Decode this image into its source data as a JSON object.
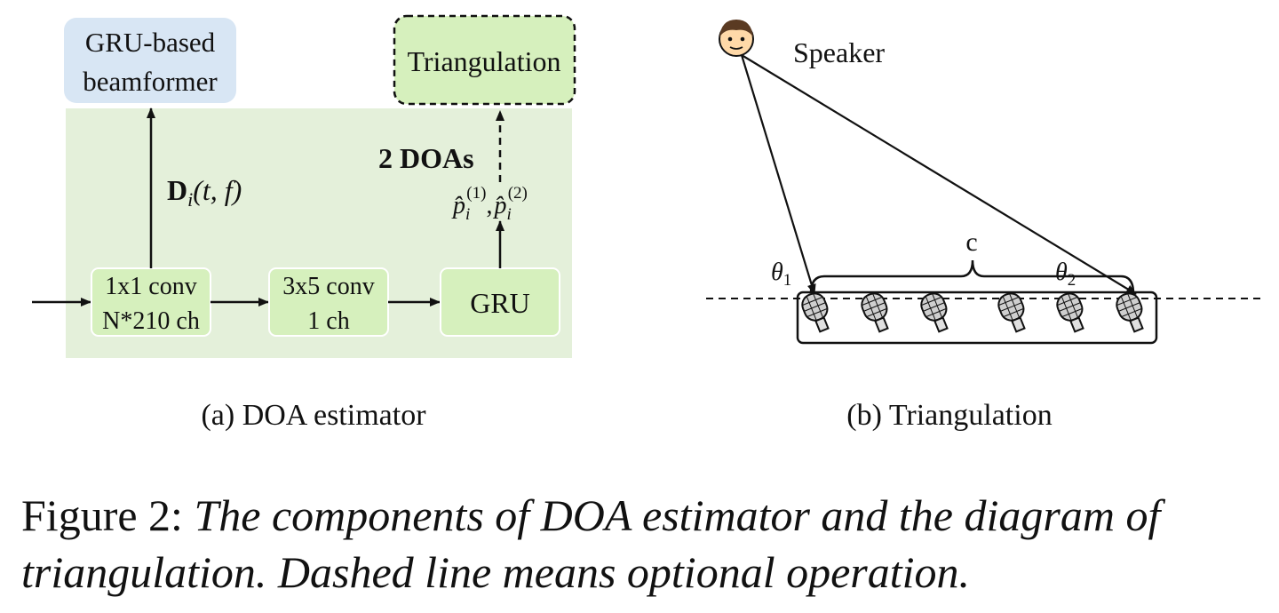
{
  "panel_a": {
    "beamformer_line1": "GRU-based",
    "beamformer_line2": "beamformer",
    "triangulation_box": "Triangulation",
    "d_symbol": "D",
    "d_sub": "i",
    "d_args": "(t, f)",
    "doas_label": "2 DOAs",
    "p_symbol": "p̂",
    "p_sub": "i",
    "p1_sup": "(1)",
    "p2_sup": "(2)",
    "p_separator": ",",
    "conv1_line1": "1x1 conv",
    "conv1_line2": "N*210 ch",
    "conv2_line1": "3x5 conv",
    "conv2_line2": "1 ch",
    "gru_box": "GRU",
    "sublabel": "(a) DOA estimator"
  },
  "panel_b": {
    "speaker_label": "Speaker",
    "distance_label": "c",
    "theta_symbol": "θ",
    "theta1_sub": "1",
    "theta2_sub": "2",
    "sublabel": "(b) Triangulation"
  },
  "caption": {
    "prefix": "Figure 2:",
    "text": "The components of DOA estimator and the diagram of triangulation. Dashed line means optional operation."
  },
  "colors": {
    "panel_bg": "#e4f0da",
    "box_fill": "#d6f0bd",
    "box_border": "#ffffff",
    "beamformer_fill": "#d8e6f4",
    "mic_fill": "#c8c8c8"
  }
}
